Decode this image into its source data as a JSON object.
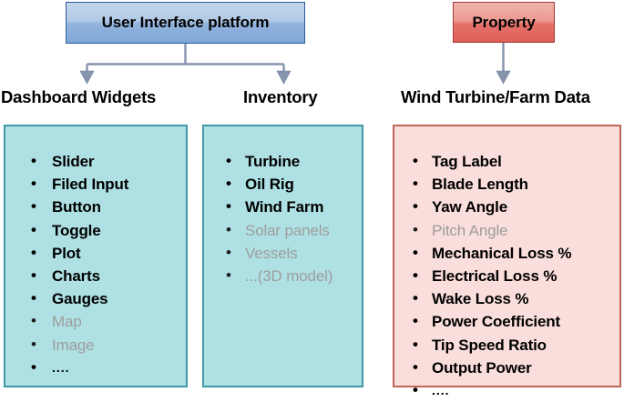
{
  "diagram": {
    "nodes": {
      "ui_platform": "User Interface platform",
      "property": "Property"
    },
    "headings": {
      "dashboard_widgets": "Dashboard Widgets",
      "inventory": "Inventory",
      "wind_data": "Wind Turbine/Farm Data"
    },
    "colors": {
      "ui_node_fill_top": "#c3d5ec",
      "ui_node_fill_bottom": "#7ea7d8",
      "ui_node_border": "#2f5b93",
      "property_node_fill_top": "#f0b3ac",
      "property_node_fill_bottom": "#dd5f58",
      "property_node_border": "#a33a33",
      "teal_panel_fill": "#afe1e4",
      "teal_panel_border": "#3e9aa6",
      "pink_panel_fill": "#fadedb",
      "pink_panel_border": "#c0675c",
      "connector": "#8794ae",
      "active_text": "#000000",
      "dim_text": "#9d9d9d"
    },
    "panels": {
      "dashboard_widgets": {
        "items": [
          {
            "label": "Slider",
            "state": "active"
          },
          {
            "label": "Filed Input",
            "state": "active"
          },
          {
            "label": "Button",
            "state": "active"
          },
          {
            "label": "Toggle",
            "state": "active"
          },
          {
            "label": "Plot",
            "state": "active"
          },
          {
            "label": "Charts",
            "state": "active"
          },
          {
            "label": "Gauges",
            "state": "active"
          },
          {
            "label": "Map",
            "state": "dim"
          },
          {
            "label": "Image",
            "state": "dim"
          },
          {
            "label": "....",
            "state": "ellipsis"
          }
        ]
      },
      "inventory": {
        "items": [
          {
            "label": "Turbine",
            "state": "active"
          },
          {
            "label": "Oil Rig",
            "state": "active"
          },
          {
            "label": "Wind Farm",
            "state": "active"
          },
          {
            "label": "Solar panels",
            "state": "dim"
          },
          {
            "label": "Vessels",
            "state": "dim"
          },
          {
            "label": "...(3D model)",
            "state": "dim"
          }
        ]
      },
      "wind_data": {
        "items": [
          {
            "label": "Tag Label",
            "state": "active"
          },
          {
            "label": "Blade Length",
            "state": "active"
          },
          {
            "label": "Yaw Angle",
            "state": "active"
          },
          {
            "label": "Pitch Angle",
            "state": "dim"
          },
          {
            "label": "Mechanical Loss %",
            "state": "active"
          },
          {
            "label": "Electrical Loss %",
            "state": "active"
          },
          {
            "label": "Wake Loss %",
            "state": "active"
          },
          {
            "label": "Power Coefficient",
            "state": "active"
          },
          {
            "label": "Tip Speed Ratio",
            "state": "active"
          },
          {
            "label": "Output Power",
            "state": "active"
          },
          {
            "label": "....",
            "state": "ellipsis"
          }
        ]
      }
    }
  }
}
